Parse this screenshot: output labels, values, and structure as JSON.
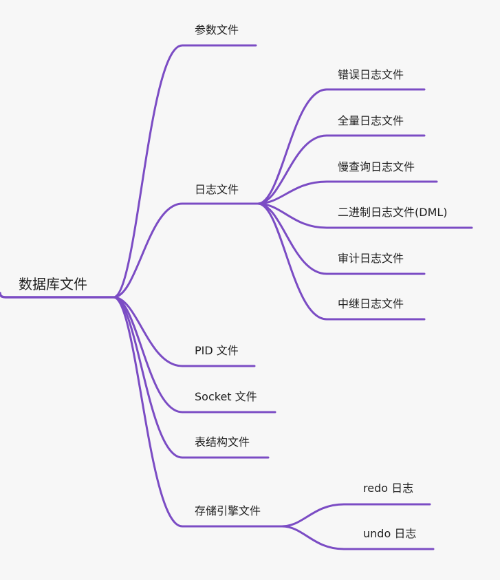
{
  "root": "数据库文件",
  "line_color": "#7b4cc4",
  "nodes": {
    "params": "参数文件",
    "logs": "日志文件",
    "logs_children": [
      "错误日志文件",
      "全量日志文件",
      "慢查询日志文件",
      "二进制日志文件(DML)",
      "审计日志文件",
      "中继日志文件"
    ],
    "pid": "PID 文件",
    "socket": "Socket 文件",
    "table_struct": "表结构文件",
    "engine": "存储引擎文件",
    "engine_children": [
      "redo 日志",
      "undo 日志"
    ]
  }
}
